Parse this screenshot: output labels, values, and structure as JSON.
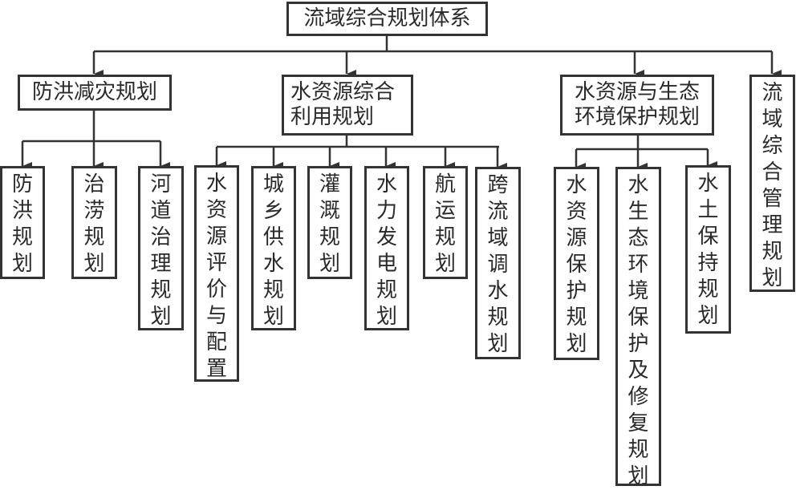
{
  "root": {
    "label": "流域综合规划体系"
  },
  "level1": [
    {
      "label": "防洪减灾规划"
    },
    {
      "label": "水资源综合利用规划",
      "line1": "水资源综合",
      "line2": "利用规划"
    },
    {
      "label": "水资源与生态环境保护规划",
      "line1": "水资源与生态",
      "line2": "环境保护规划"
    },
    {
      "label": "流域综合管理规划"
    }
  ],
  "flood_children": [
    {
      "label": "防洪规划"
    },
    {
      "label": "治涝规划"
    },
    {
      "label": "河道治理规划"
    }
  ],
  "utilization_children": [
    {
      "label": "水资源评价与配置"
    },
    {
      "label": "城乡供水规划"
    },
    {
      "label": "灌溉规划"
    },
    {
      "label": "水力发电规划"
    },
    {
      "label": "航运规划"
    },
    {
      "label": "跨流域调水规划"
    }
  ],
  "protection_children": [
    {
      "label": "水资源保护规划"
    },
    {
      "label": "水生态环境保护及修复规划"
    },
    {
      "label": "水土保持规划"
    }
  ],
  "colors": {
    "stroke": "#333333",
    "text": "#2a2a2a",
    "background": "#ffffff"
  }
}
